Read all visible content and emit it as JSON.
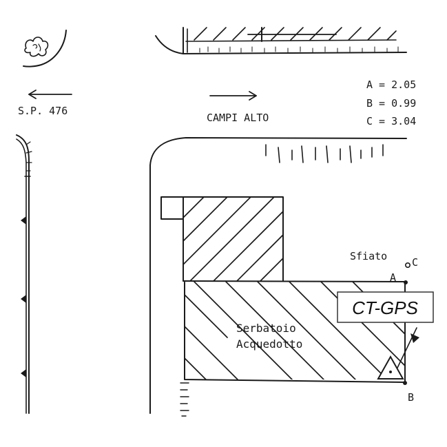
{
  "road": {
    "label": "S.P. 476"
  },
  "locality": {
    "label": "CAMPI ALTO"
  },
  "measures": [
    {
      "letter": "A",
      "text": "A = 2.05"
    },
    {
      "letter": "B",
      "text": "B = 0.99"
    },
    {
      "letter": "C",
      "text": "C = 3.04"
    }
  ],
  "vent": {
    "label": "Sfiato"
  },
  "points": {
    "a": "A",
    "b": "B",
    "c": "C"
  },
  "building": {
    "line1": "Serbatoio",
    "line2": "Acquedotto"
  },
  "station": {
    "label": "CT-GPS",
    "marker_icon": "triangle-survey-marker-icon"
  },
  "colors": {
    "ink": "#1a1a1a",
    "paper": "#ffffff"
  }
}
